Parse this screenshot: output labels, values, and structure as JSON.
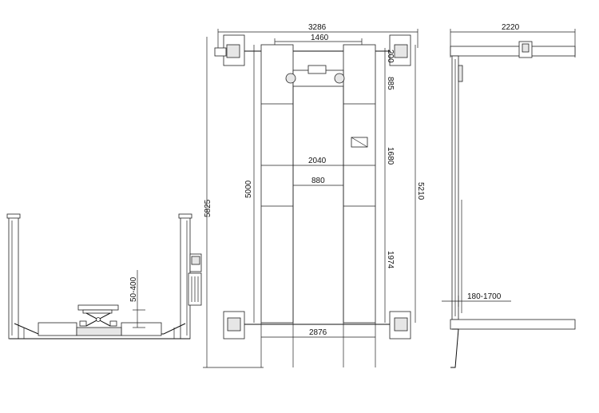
{
  "views": {
    "front": {
      "label_height_range": "50-400"
    },
    "top": {
      "label_overall_width": "3286",
      "label_column_spacing": "1460",
      "label_top_offset": "200",
      "label_front_offset": "885",
      "label_runway_pocket": "1680",
      "label_outer_runway_width": "2040",
      "label_inner_gap": "880",
      "label_runway_length": "5000",
      "label_overall_length": "5210",
      "label_total_length": "5825",
      "label_rear_section": "1974",
      "label_bottom_width": "2876"
    },
    "side": {
      "label_depth": "2220",
      "label_ramp_range": "180-1700"
    }
  }
}
